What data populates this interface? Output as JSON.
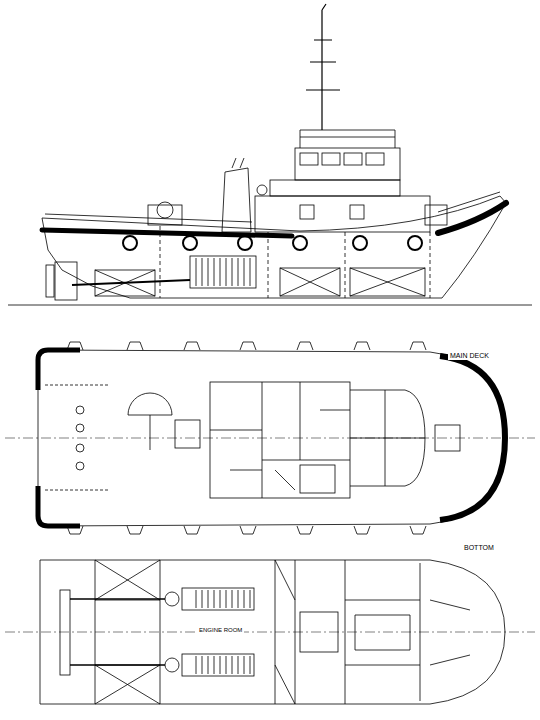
{
  "diagram": {
    "labels": [
      "MAIN DECK",
      "BOTTOM",
      "ENGINE ROOM"
    ]
  }
}
